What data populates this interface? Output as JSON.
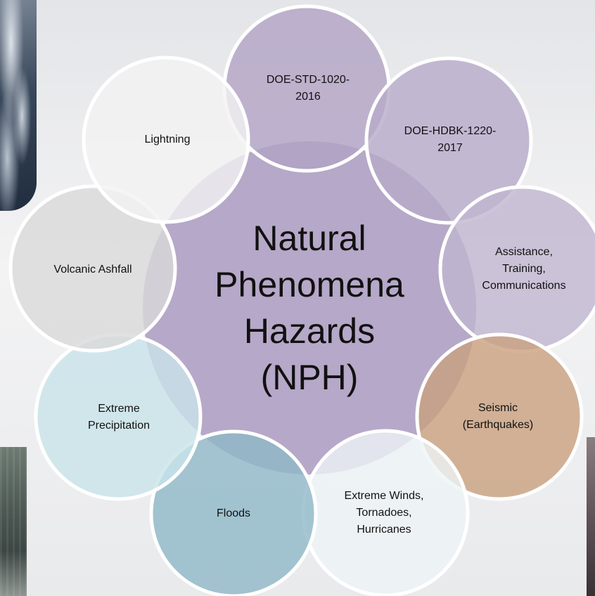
{
  "center": {
    "title": "Natural\nPhenomena\nHazards\n(NPH)",
    "fill": "#b6a8c8"
  },
  "nodes": [
    {
      "id": "doe-std",
      "label": "DOE-STD-1020-\n2016",
      "fill": "#b2a2c4"
    },
    {
      "id": "doe-hdbk",
      "label": "DOE-HDBK-1220-\n2017",
      "fill": "#b8aac9"
    },
    {
      "id": "assistance",
      "label": "Assistance,\nTraining,\nCommunications",
      "fill": "#c0b5d0"
    },
    {
      "id": "seismic",
      "label": "Seismic\n(Earthquakes)",
      "fill": "#c9a07e"
    },
    {
      "id": "winds",
      "label": "Extreme Winds,\nTornadoes,\nHurricanes",
      "fill": "#eef4f6"
    },
    {
      "id": "floods",
      "label": "Floods",
      "fill": "#8fb8c7"
    },
    {
      "id": "precipitation",
      "label": "Extreme\nPrecipitation",
      "fill": "#c9e3ea"
    },
    {
      "id": "volcanic",
      "label": "Volcanic Ashfall",
      "fill": "#dadada"
    },
    {
      "id": "lightning",
      "label": "Lightning",
      "fill": "#f2f2f3"
    }
  ]
}
